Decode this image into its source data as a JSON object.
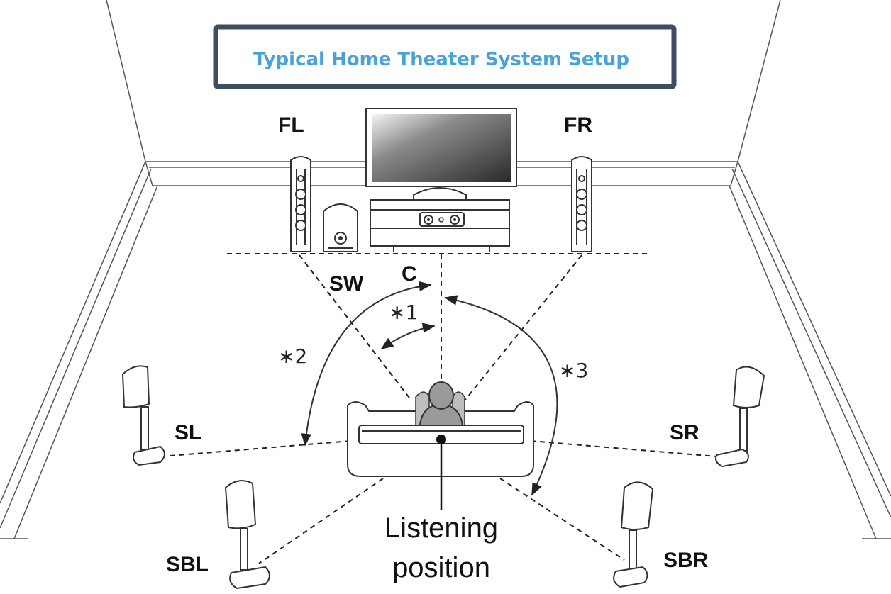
{
  "title": "Typical Home Theater System Setup",
  "labels": {
    "fl": "FL",
    "fr": "FR",
    "sw": "SW",
    "c": "C",
    "sl": "SL",
    "sr": "SR",
    "sbl": "SBL",
    "sbr": "SBR"
  },
  "angles": {
    "a1": "∗1",
    "a2": "∗2",
    "a3": "∗3"
  },
  "listening": {
    "line1": "Listening",
    "line2": "position"
  },
  "colors": {
    "title_text": "#4aa3d8",
    "title_border": "#3d4f5f"
  }
}
